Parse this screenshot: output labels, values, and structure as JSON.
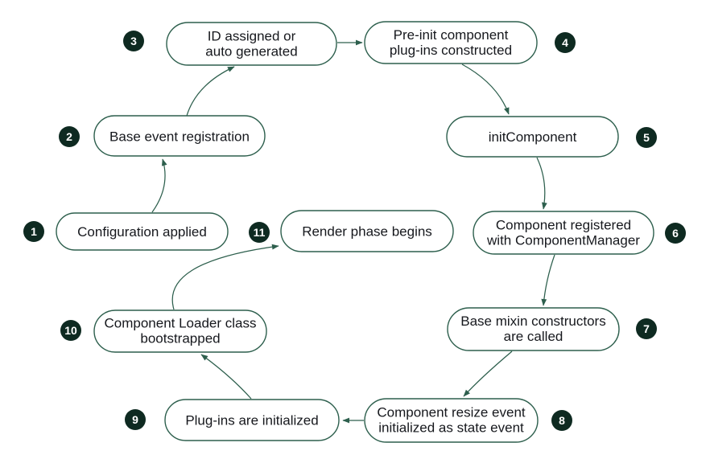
{
  "diagram": {
    "type": "flow-cycle",
    "colors": {
      "node_border": "#2d5f4d",
      "node_fill": "#ffffff",
      "node_text": "#16181d",
      "badge_fill": "#0e2a21",
      "badge_text": "#ffffff",
      "arrow": "#2d5f4d",
      "background": "#ffffff"
    },
    "nodes": [
      {
        "step": "1",
        "label": "Configuration applied",
        "lines": [
          "Configuration applied"
        ]
      },
      {
        "step": "2",
        "label": "Base event registration",
        "lines": [
          "Base event registration"
        ]
      },
      {
        "step": "3",
        "label": "ID assigned or auto generated",
        "lines": [
          "ID assigned or",
          "auto generated"
        ]
      },
      {
        "step": "4",
        "label": "Pre-init component plug-ins constructed",
        "lines": [
          "Pre-init component",
          "plug-ins constructed"
        ]
      },
      {
        "step": "5",
        "label": "initComponent",
        "lines": [
          "initComponent"
        ]
      },
      {
        "step": "6",
        "label": "Component registered with ComponentManager",
        "lines": [
          "Component registered",
          "with ComponentManager"
        ]
      },
      {
        "step": "7",
        "label": "Base mixin constructors are called",
        "lines": [
          "Base mixin constructors",
          "are called"
        ]
      },
      {
        "step": "8",
        "label": "Component resize event initialized as state event",
        "lines": [
          "Component resize event",
          "initialized as state event"
        ]
      },
      {
        "step": "9",
        "label": "Plug-ins are initialized",
        "lines": [
          "Plug-ins are initialized"
        ]
      },
      {
        "step": "10",
        "label": "Component Loader class bootstrapped",
        "lines": [
          "Component Loader class",
          "bootstrapped"
        ]
      },
      {
        "step": "11",
        "label": "Render phase begins",
        "lines": [
          "Render phase begins"
        ]
      }
    ],
    "edges": [
      {
        "from": "1",
        "to": "2"
      },
      {
        "from": "2",
        "to": "3"
      },
      {
        "from": "3",
        "to": "4"
      },
      {
        "from": "4",
        "to": "5"
      },
      {
        "from": "5",
        "to": "6"
      },
      {
        "from": "6",
        "to": "7"
      },
      {
        "from": "7",
        "to": "8"
      },
      {
        "from": "8",
        "to": "9"
      },
      {
        "from": "9",
        "to": "10"
      },
      {
        "from": "10",
        "to": "11"
      }
    ]
  }
}
